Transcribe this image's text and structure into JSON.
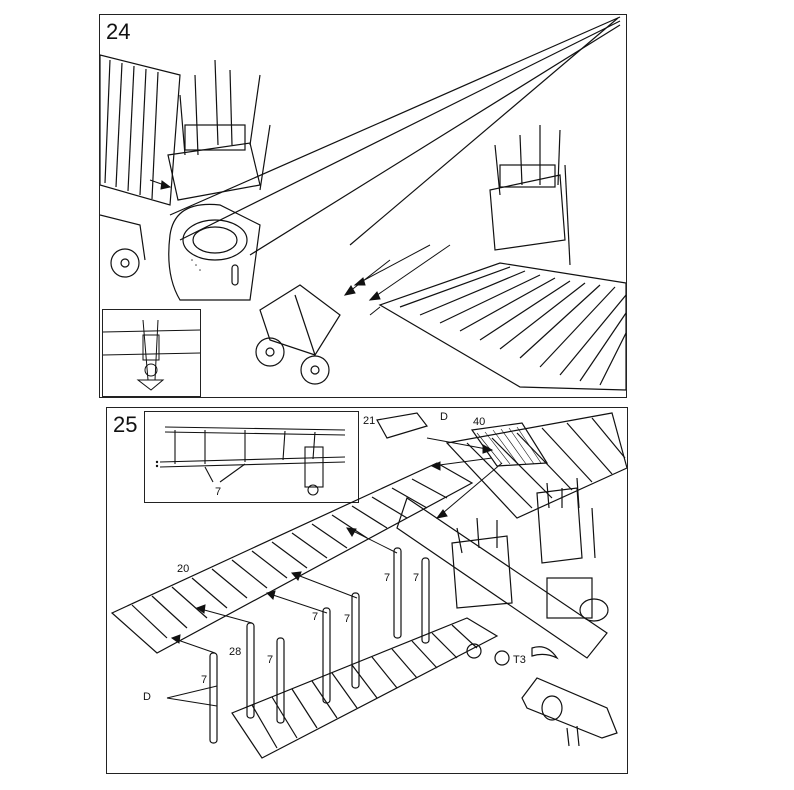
{
  "steps": [
    {
      "number": "24"
    },
    {
      "number": "25"
    }
  ],
  "step25_callouts": {
    "wing_upper": "20",
    "strut_pair_a": "7",
    "strut_pair_b": "7",
    "strut_c": "7",
    "strut_d": "7",
    "strut_e": "7",
    "strut_f": "7",
    "part_28": "28",
    "part_d_lower": "D",
    "part_21": "21",
    "part_d_upper": "D",
    "part_40": "40",
    "part_t3": "T3",
    "inset_7": "7"
  },
  "colors": {
    "ink": "#111111",
    "paper": "#ffffff"
  }
}
